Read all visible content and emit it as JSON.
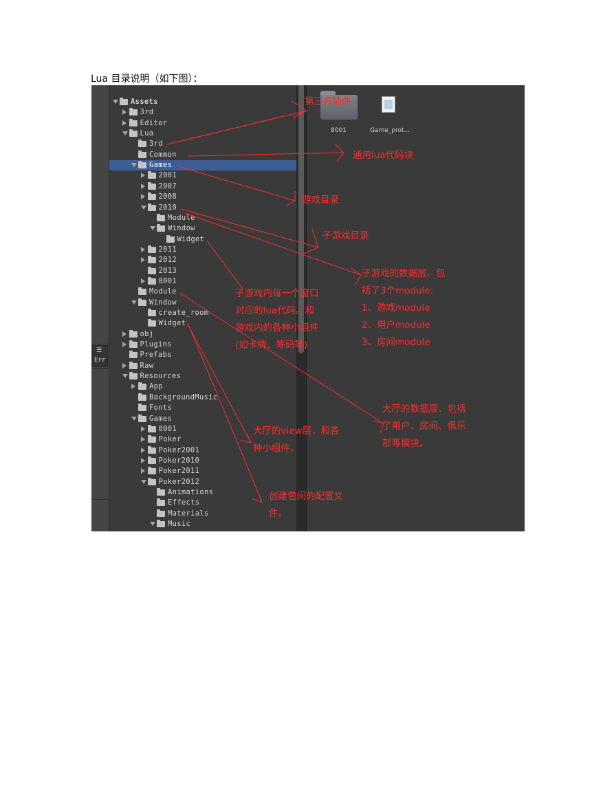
{
  "caption": "Lua 目录说明（如下图）：",
  "console_tab": {
    "icon": "☰",
    "label": "Err"
  },
  "tree": [
    {
      "label": "Assets",
      "indent": 0,
      "arrow": "down",
      "bold": true
    },
    {
      "label": "3rd",
      "indent": 1,
      "arrow": "right"
    },
    {
      "label": "Editor",
      "indent": 1,
      "arrow": "right"
    },
    {
      "label": "Lua",
      "indent": 1,
      "arrow": "down"
    },
    {
      "label": "3rd",
      "indent": 2,
      "arrow": "none"
    },
    {
      "label": "Common",
      "indent": 2,
      "arrow": "none"
    },
    {
      "label": "Games",
      "indent": 2,
      "arrow": "down",
      "selected": true
    },
    {
      "label": "2001",
      "indent": 3,
      "arrow": "right"
    },
    {
      "label": "2007",
      "indent": 3,
      "arrow": "right"
    },
    {
      "label": "2008",
      "indent": 3,
      "arrow": "right"
    },
    {
      "label": "2010",
      "indent": 3,
      "arrow": "down"
    },
    {
      "label": "Module",
      "indent": 4,
      "arrow": "none"
    },
    {
      "label": "Window",
      "indent": 4,
      "arrow": "down"
    },
    {
      "label": "Widget",
      "indent": 5,
      "arrow": "none"
    },
    {
      "label": "2011",
      "indent": 3,
      "arrow": "right"
    },
    {
      "label": "2012",
      "indent": 3,
      "arrow": "right"
    },
    {
      "label": "2013",
      "indent": 3,
      "arrow": "none"
    },
    {
      "label": "8001",
      "indent": 3,
      "arrow": "right"
    },
    {
      "label": "Module",
      "indent": 2,
      "arrow": "none"
    },
    {
      "label": "Window",
      "indent": 2,
      "arrow": "down"
    },
    {
      "label": "create_room",
      "indent": 3,
      "arrow": "none"
    },
    {
      "label": "Widget",
      "indent": 3,
      "arrow": "none"
    },
    {
      "label": "obj",
      "indent": 1,
      "arrow": "right"
    },
    {
      "label": "Plugins",
      "indent": 1,
      "arrow": "right"
    },
    {
      "label": "Prefabs",
      "indent": 1,
      "arrow": "none"
    },
    {
      "label": "Raw",
      "indent": 1,
      "arrow": "right"
    },
    {
      "label": "Resources",
      "indent": 1,
      "arrow": "down"
    },
    {
      "label": "App",
      "indent": 2,
      "arrow": "right"
    },
    {
      "label": "BackgroundMusic",
      "indent": 2,
      "arrow": "none"
    },
    {
      "label": "Fonts",
      "indent": 2,
      "arrow": "none"
    },
    {
      "label": "Games",
      "indent": 2,
      "arrow": "down"
    },
    {
      "label": "8001",
      "indent": 3,
      "arrow": "right"
    },
    {
      "label": "Poker",
      "indent": 3,
      "arrow": "right"
    },
    {
      "label": "Poker2001",
      "indent": 3,
      "arrow": "right"
    },
    {
      "label": "Poker2010",
      "indent": 3,
      "arrow": "right"
    },
    {
      "label": "Poker2011",
      "indent": 3,
      "arrow": "right"
    },
    {
      "label": "Poker2012",
      "indent": 3,
      "arrow": "down"
    },
    {
      "label": "Animations",
      "indent": 4,
      "arrow": "none"
    },
    {
      "label": "Effects",
      "indent": 4,
      "arrow": "none"
    },
    {
      "label": "Materials",
      "indent": 4,
      "arrow": "none"
    },
    {
      "label": "Music",
      "indent": 4,
      "arrow": "down"
    }
  ],
  "assets": [
    {
      "label": "8001",
      "icon": "folder-icon"
    },
    {
      "label": "Game_prot...",
      "icon": "document-icon"
    }
  ],
  "annotations": [
    {
      "id": "third-party",
      "lines": [
        "第三方插件"
      ]
    },
    {
      "id": "common-lua",
      "lines": [
        "通用lua代码块"
      ]
    },
    {
      "id": "game-dir",
      "lines": [
        "游戏目录"
      ]
    },
    {
      "id": "subgame-dir",
      "lines": [
        "子游戏目录"
      ]
    },
    {
      "id": "subgame-data",
      "lines": [
        "子游戏的数据层、包",
        "括了3个module:",
        "1、游戏module",
        "2、用户module",
        "3、房间module"
      ]
    },
    {
      "id": "subgame-window",
      "lines": [
        "子游戏内每一个窗口",
        "对应的lua代码。和",
        "游戏内的各种小组件",
        "(如卡牌、筹码等)"
      ]
    },
    {
      "id": "lobby-data",
      "lines": [
        "大厅的数据层、包括",
        "了用户、房间、俱乐",
        "部等模块。"
      ]
    },
    {
      "id": "lobby-view",
      "lines": [
        "大厅的view层，和各",
        "种小组件。"
      ]
    },
    {
      "id": "create-room-config",
      "lines": [
        "创建包间的配置文",
        "件。"
      ]
    }
  ],
  "colors": {
    "annotation": "#ff2a2a",
    "selection": "#3d5e95",
    "panel": "#3a3a3a"
  }
}
